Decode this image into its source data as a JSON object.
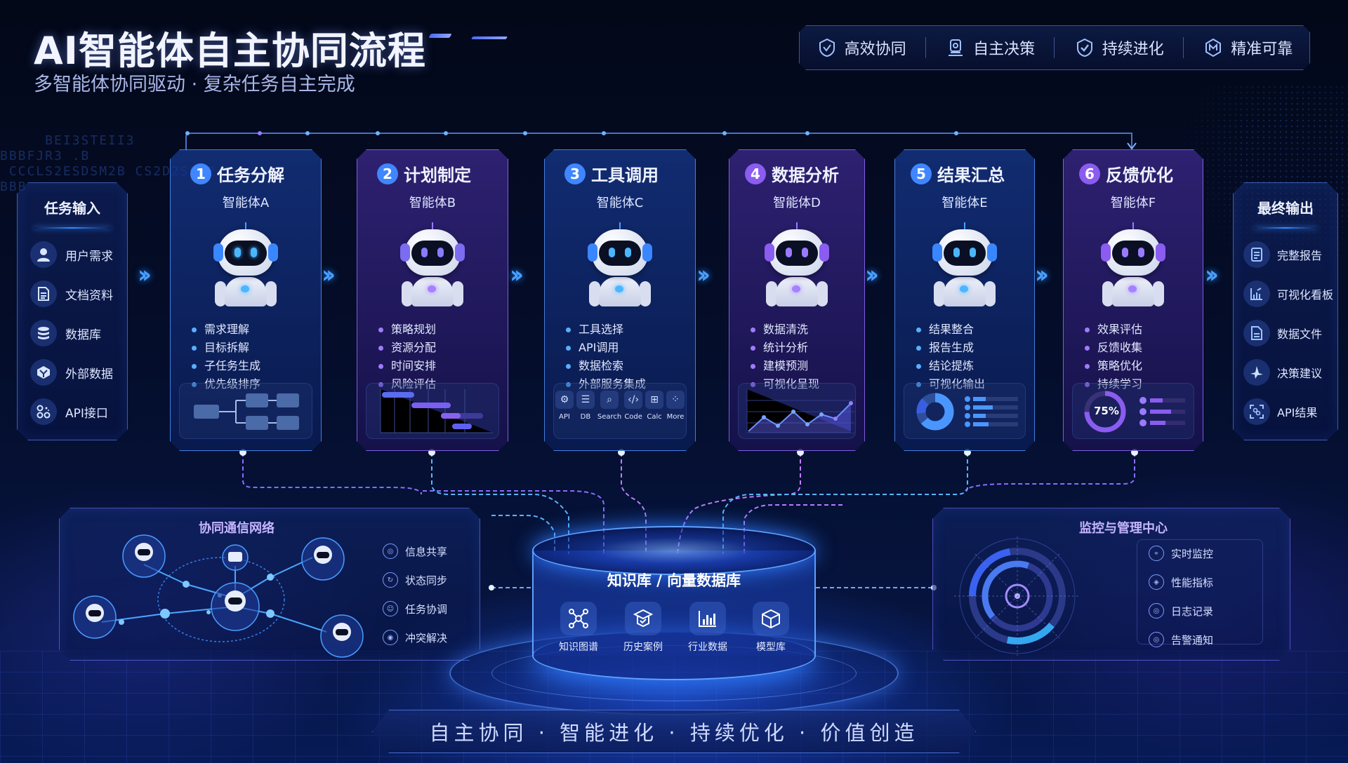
{
  "header": {
    "title": "AI智能体自主协同流程",
    "subtitle": "多智能体协同驱动 · 复杂任务自主完成"
  },
  "badges": [
    {
      "icon": "shield-collab-icon",
      "label": "高效协同"
    },
    {
      "icon": "decision-icon",
      "label": "自主决策"
    },
    {
      "icon": "shield-check-icon",
      "label": "持续进化"
    },
    {
      "icon": "shield-m-icon",
      "label": "精准可靠"
    }
  ],
  "input_panel": {
    "title": "任务输入",
    "items": [
      {
        "icon": "user-icon",
        "label": "用户需求"
      },
      {
        "icon": "document-icon",
        "label": "文档资料"
      },
      {
        "icon": "database-icon",
        "label": "数据库"
      },
      {
        "icon": "external-data-icon",
        "label": "外部数据"
      },
      {
        "icon": "api-icon",
        "label": "API接口"
      }
    ]
  },
  "stages": [
    {
      "num": "1",
      "title": "任务分解",
      "agent": "智能体A",
      "theme": "blue",
      "items": [
        "需求理解",
        "目标拆解",
        "子任务生成",
        "优先级排序"
      ],
      "viz": "flow-tree"
    },
    {
      "num": "2",
      "title": "计划制定",
      "agent": "智能体B",
      "theme": "purple",
      "items": [
        "策略规划",
        "资源分配",
        "时间安排",
        "风险评估"
      ],
      "viz": "gantt"
    },
    {
      "num": "3",
      "title": "工具调用",
      "agent": "智能体C",
      "theme": "blue",
      "items": [
        "工具选择",
        "API调用",
        "数据检索",
        "外部服务集成"
      ],
      "viz": "tools",
      "tools": [
        "API",
        "DB",
        "Search",
        "Code",
        "Calc",
        "More"
      ]
    },
    {
      "num": "4",
      "title": "数据分析",
      "agent": "智能体D",
      "theme": "purple",
      "items": [
        "数据清洗",
        "统计分析",
        "建模预测",
        "可视化呈现"
      ],
      "viz": "line-chart"
    },
    {
      "num": "5",
      "title": "结果汇总",
      "agent": "智能体E",
      "theme": "blue",
      "items": [
        "结果整合",
        "报告生成",
        "结论提炼",
        "可视化输出"
      ],
      "viz": "donut"
    },
    {
      "num": "6",
      "title": "反馈优化",
      "agent": "智能体F",
      "theme": "purple",
      "items": [
        "效果评估",
        "反馈收集",
        "策略优化",
        "持续学习"
      ],
      "viz": "progress",
      "progress": "75%"
    }
  ],
  "output_panel": {
    "title": "最终输出",
    "items": [
      {
        "icon": "report-icon",
        "label": "完整报告"
      },
      {
        "icon": "dashboard-icon",
        "label": "可视化看板"
      },
      {
        "icon": "data-file-icon",
        "label": "数据文件"
      },
      {
        "icon": "decision-suggestion-icon",
        "label": "决策建议"
      },
      {
        "icon": "api-result-icon",
        "label": "API结果"
      }
    ]
  },
  "network_panel": {
    "title": "协同通信网络",
    "items": [
      "信息共享",
      "状态同步",
      "任务协调",
      "冲突解决"
    ]
  },
  "knowledge_base": {
    "title": "知识库 / 向量数据库",
    "items": [
      {
        "icon": "knowledge-graph-icon",
        "label": "知识图谱"
      },
      {
        "icon": "history-case-icon",
        "label": "历史案例"
      },
      {
        "icon": "industry-data-icon",
        "label": "行业数据"
      },
      {
        "icon": "model-library-icon",
        "label": "模型库"
      }
    ]
  },
  "monitor_panel": {
    "title": "监控与管理中心",
    "items": [
      "实时监控",
      "性能指标",
      "日志记录",
      "告警通知"
    ]
  },
  "footer": {
    "slogan": "自主协同 · 智能进化 · 持续优化 · 价值创造"
  },
  "colors": {
    "blue_accent": "#3f86ff",
    "purple_accent": "#8a5cf0",
    "background": "#030a22"
  }
}
